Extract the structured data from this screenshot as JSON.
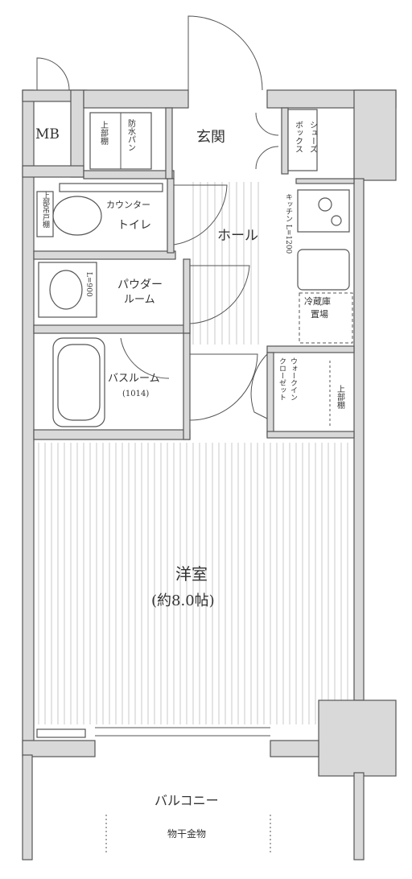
{
  "rooms": {
    "mb": "MB",
    "entrance": "玄関",
    "shoes_box_1": "シューズ",
    "shoes_box_2": "ボックス",
    "waterproof_pan_1": "防水パン",
    "upper_shelf_1": "上部棚",
    "counter": "カウンター",
    "toilet": "トイレ",
    "upper_shelf_2": "上部吊戸棚",
    "hall": "ホール",
    "kitchen": "キッチン L=1200",
    "powder_1": "パウダー",
    "powder_2": "ルーム",
    "vanity": "L=900",
    "fridge_1": "冷蔵庫",
    "fridge_2": "置場",
    "bathroom": "バスルーム",
    "bath_size": "(1014)",
    "walkin_1": "ウォークイン",
    "walkin_2": "クローゼット",
    "upper_shelf_3": "上部棚",
    "western_room": "洋室",
    "western_size": "(約8.0帖)",
    "balcony": "バルコニー",
    "drying_hardware": "物干金物"
  }
}
